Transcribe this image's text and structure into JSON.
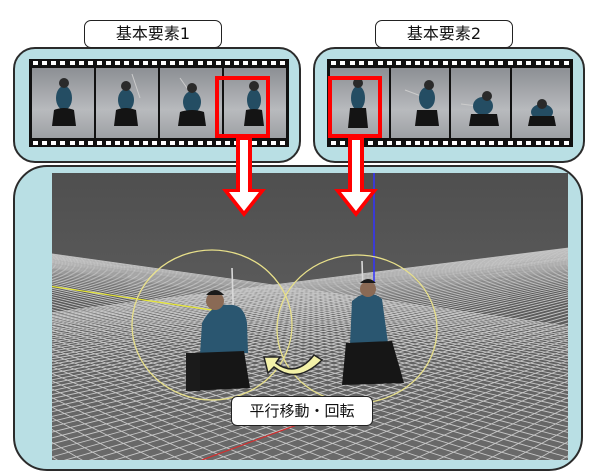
{
  "element1": {
    "label": "基本要素1"
  },
  "element2": {
    "label": "基本要素2"
  },
  "operation": {
    "label": "平行移動・回転"
  },
  "colors": {
    "panel_fill": "#b9dfe4",
    "highlight": "#ff0000",
    "floor": "#5d5d5d",
    "grid": "#d8d8d8",
    "circle": "#e8e08a",
    "z_axis": "#3333ff",
    "x_axis_y": "#e6e633",
    "x_axis_r": "#d23030"
  }
}
